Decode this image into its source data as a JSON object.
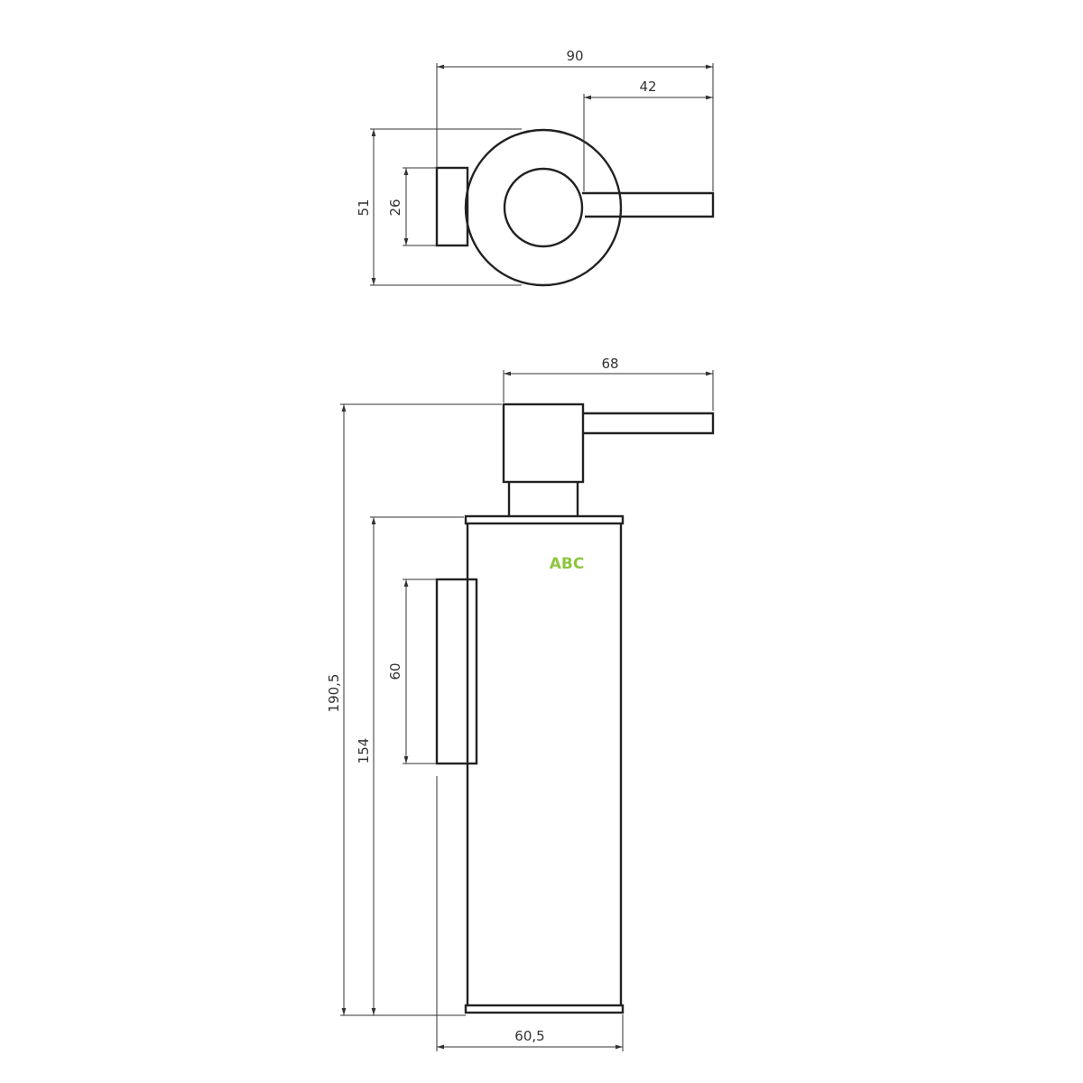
{
  "top_view": {
    "dims": {
      "total_depth": "90",
      "spout_length": "42",
      "outer_diameter": "51",
      "plate_height": "26"
    }
  },
  "front_view": {
    "dims": {
      "top_width": "68",
      "total_height": "190,5",
      "body_height": "154",
      "plate_height": "60",
      "bottom_width": "60,5"
    }
  },
  "watermark": "ABC",
  "colors": {
    "line": "#222222",
    "watermark": "#8cc63f"
  }
}
